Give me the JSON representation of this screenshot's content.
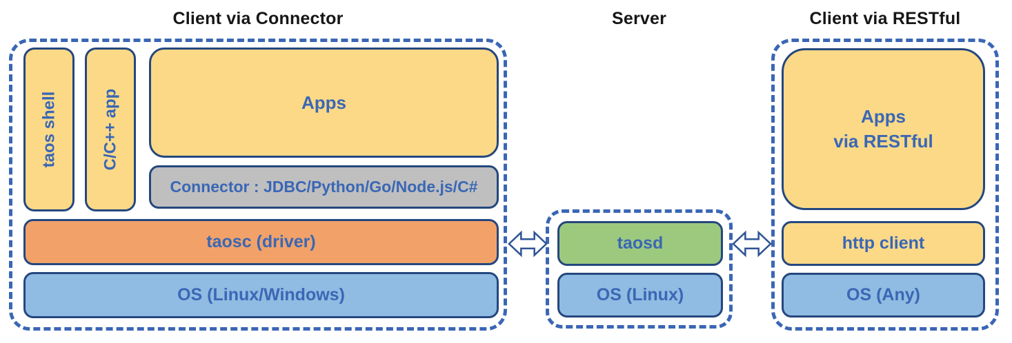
{
  "diagram": {
    "kind": "architecture-diagram",
    "sections": {
      "connector_client": {
        "title": "Client via Connector",
        "boxes": {
          "taos_shell": "taos shell",
          "cpp_app": "C/C++ app",
          "apps": "Apps",
          "connector": "Connector : JDBC/Python/Go/Node.js/C#",
          "taosc": "taosc (driver)",
          "os": "OS (Linux/Windows)"
        }
      },
      "server": {
        "title": "Server",
        "boxes": {
          "taosd": "taosd",
          "os": "OS (Linux)"
        }
      },
      "restful_client": {
        "title": "Client via RESTful",
        "boxes": {
          "apps": "Apps\nvia RESTful",
          "http_client": "http client",
          "os": "OS (Any)"
        }
      }
    },
    "connections": [
      {
        "icon": "bidirectional-arrow-icon",
        "from": "connector_client",
        "to": "server"
      },
      {
        "icon": "bidirectional-arrow-icon",
        "from": "server",
        "to": "restful_client"
      }
    ],
    "colors": {
      "yellow_box": "#fbd987",
      "orange_box": "#f2a269",
      "blue_box": "#90bbe2",
      "green_box": "#9dc97e",
      "gray_box": "#bfbfbf",
      "box_border": "#24477e",
      "dashed_border": "#3a66b5",
      "label_text": "#3a67b5",
      "title_text": "#161616",
      "arrow_fill": "#ffffff",
      "arrow_stroke": "#2e5395"
    }
  }
}
